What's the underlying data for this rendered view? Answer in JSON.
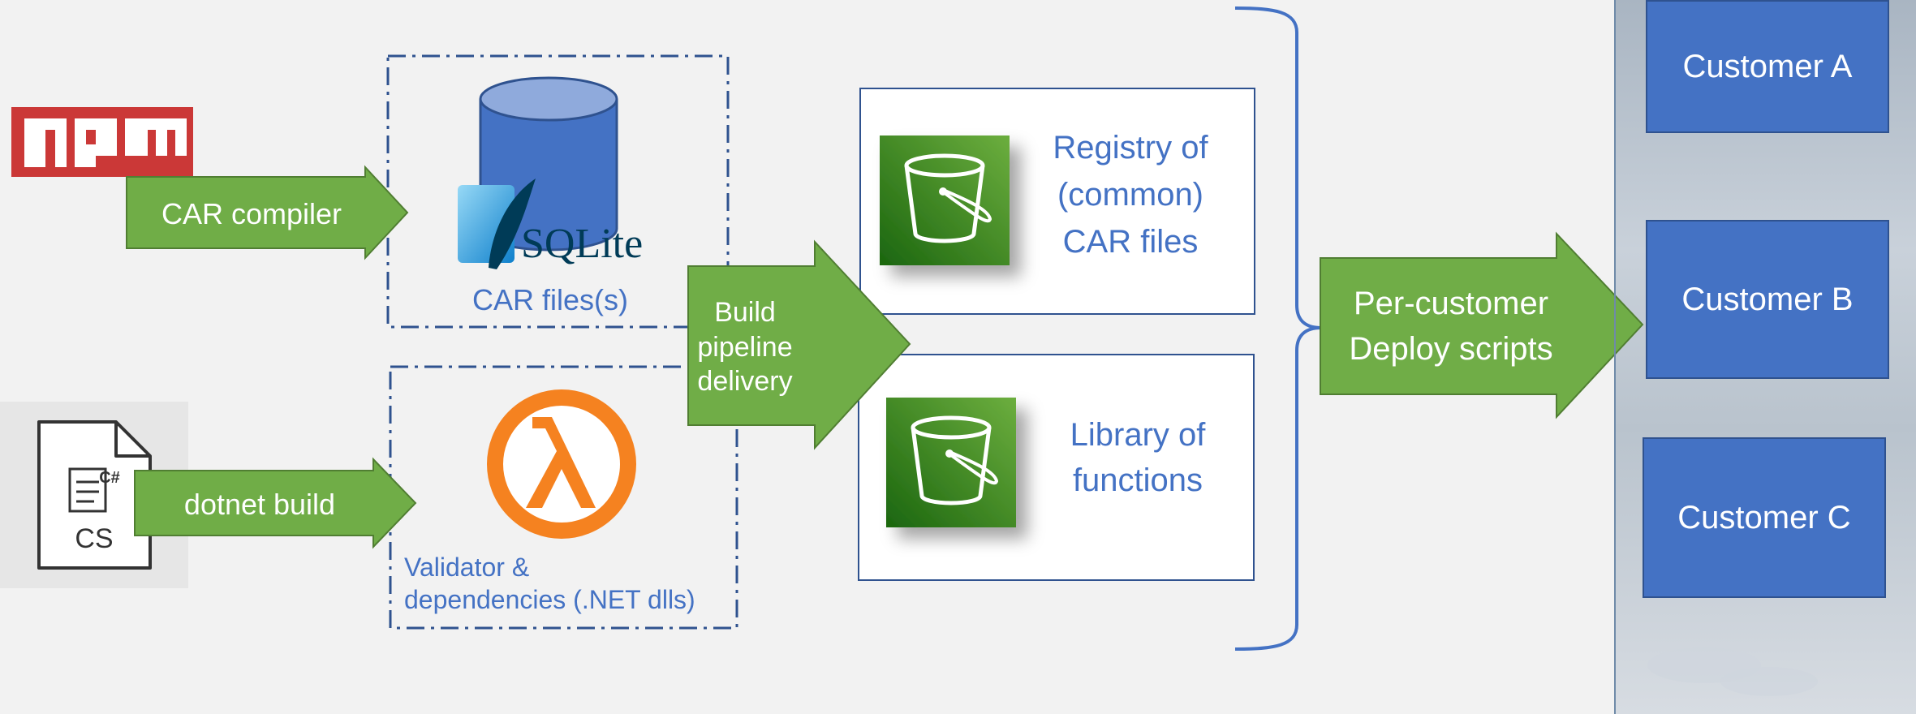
{
  "logos": {
    "npm": "npm",
    "sqlite": "SQLite",
    "csharp_file_tag": "C#",
    "csharp_file_ext": "CS"
  },
  "arrows": {
    "car_compiler": "CAR compiler",
    "dotnet_build": "dotnet build",
    "build_pipeline": [
      "Build",
      "pipeline",
      "delivery"
    ],
    "deploy": [
      "Per-customer",
      "Deploy scripts"
    ]
  },
  "groups": {
    "car_files": "CAR files(s)",
    "validator": [
      "Validator &",
      "dependencies (.NET dlls)"
    ]
  },
  "stores": {
    "registry": [
      "Registry of",
      "(common)",
      "CAR files"
    ],
    "library": [
      "Library of",
      "functions"
    ]
  },
  "customers": [
    "Customer A",
    "Customer B",
    "Customer C"
  ],
  "colors": {
    "arrow_green": "#70ad47",
    "customer_blue": "#4472c4",
    "border_navy": "#2f528f",
    "npm_red": "#cb3837",
    "lambda_orange": "#f58220",
    "bucket_green": "#3f8624"
  }
}
